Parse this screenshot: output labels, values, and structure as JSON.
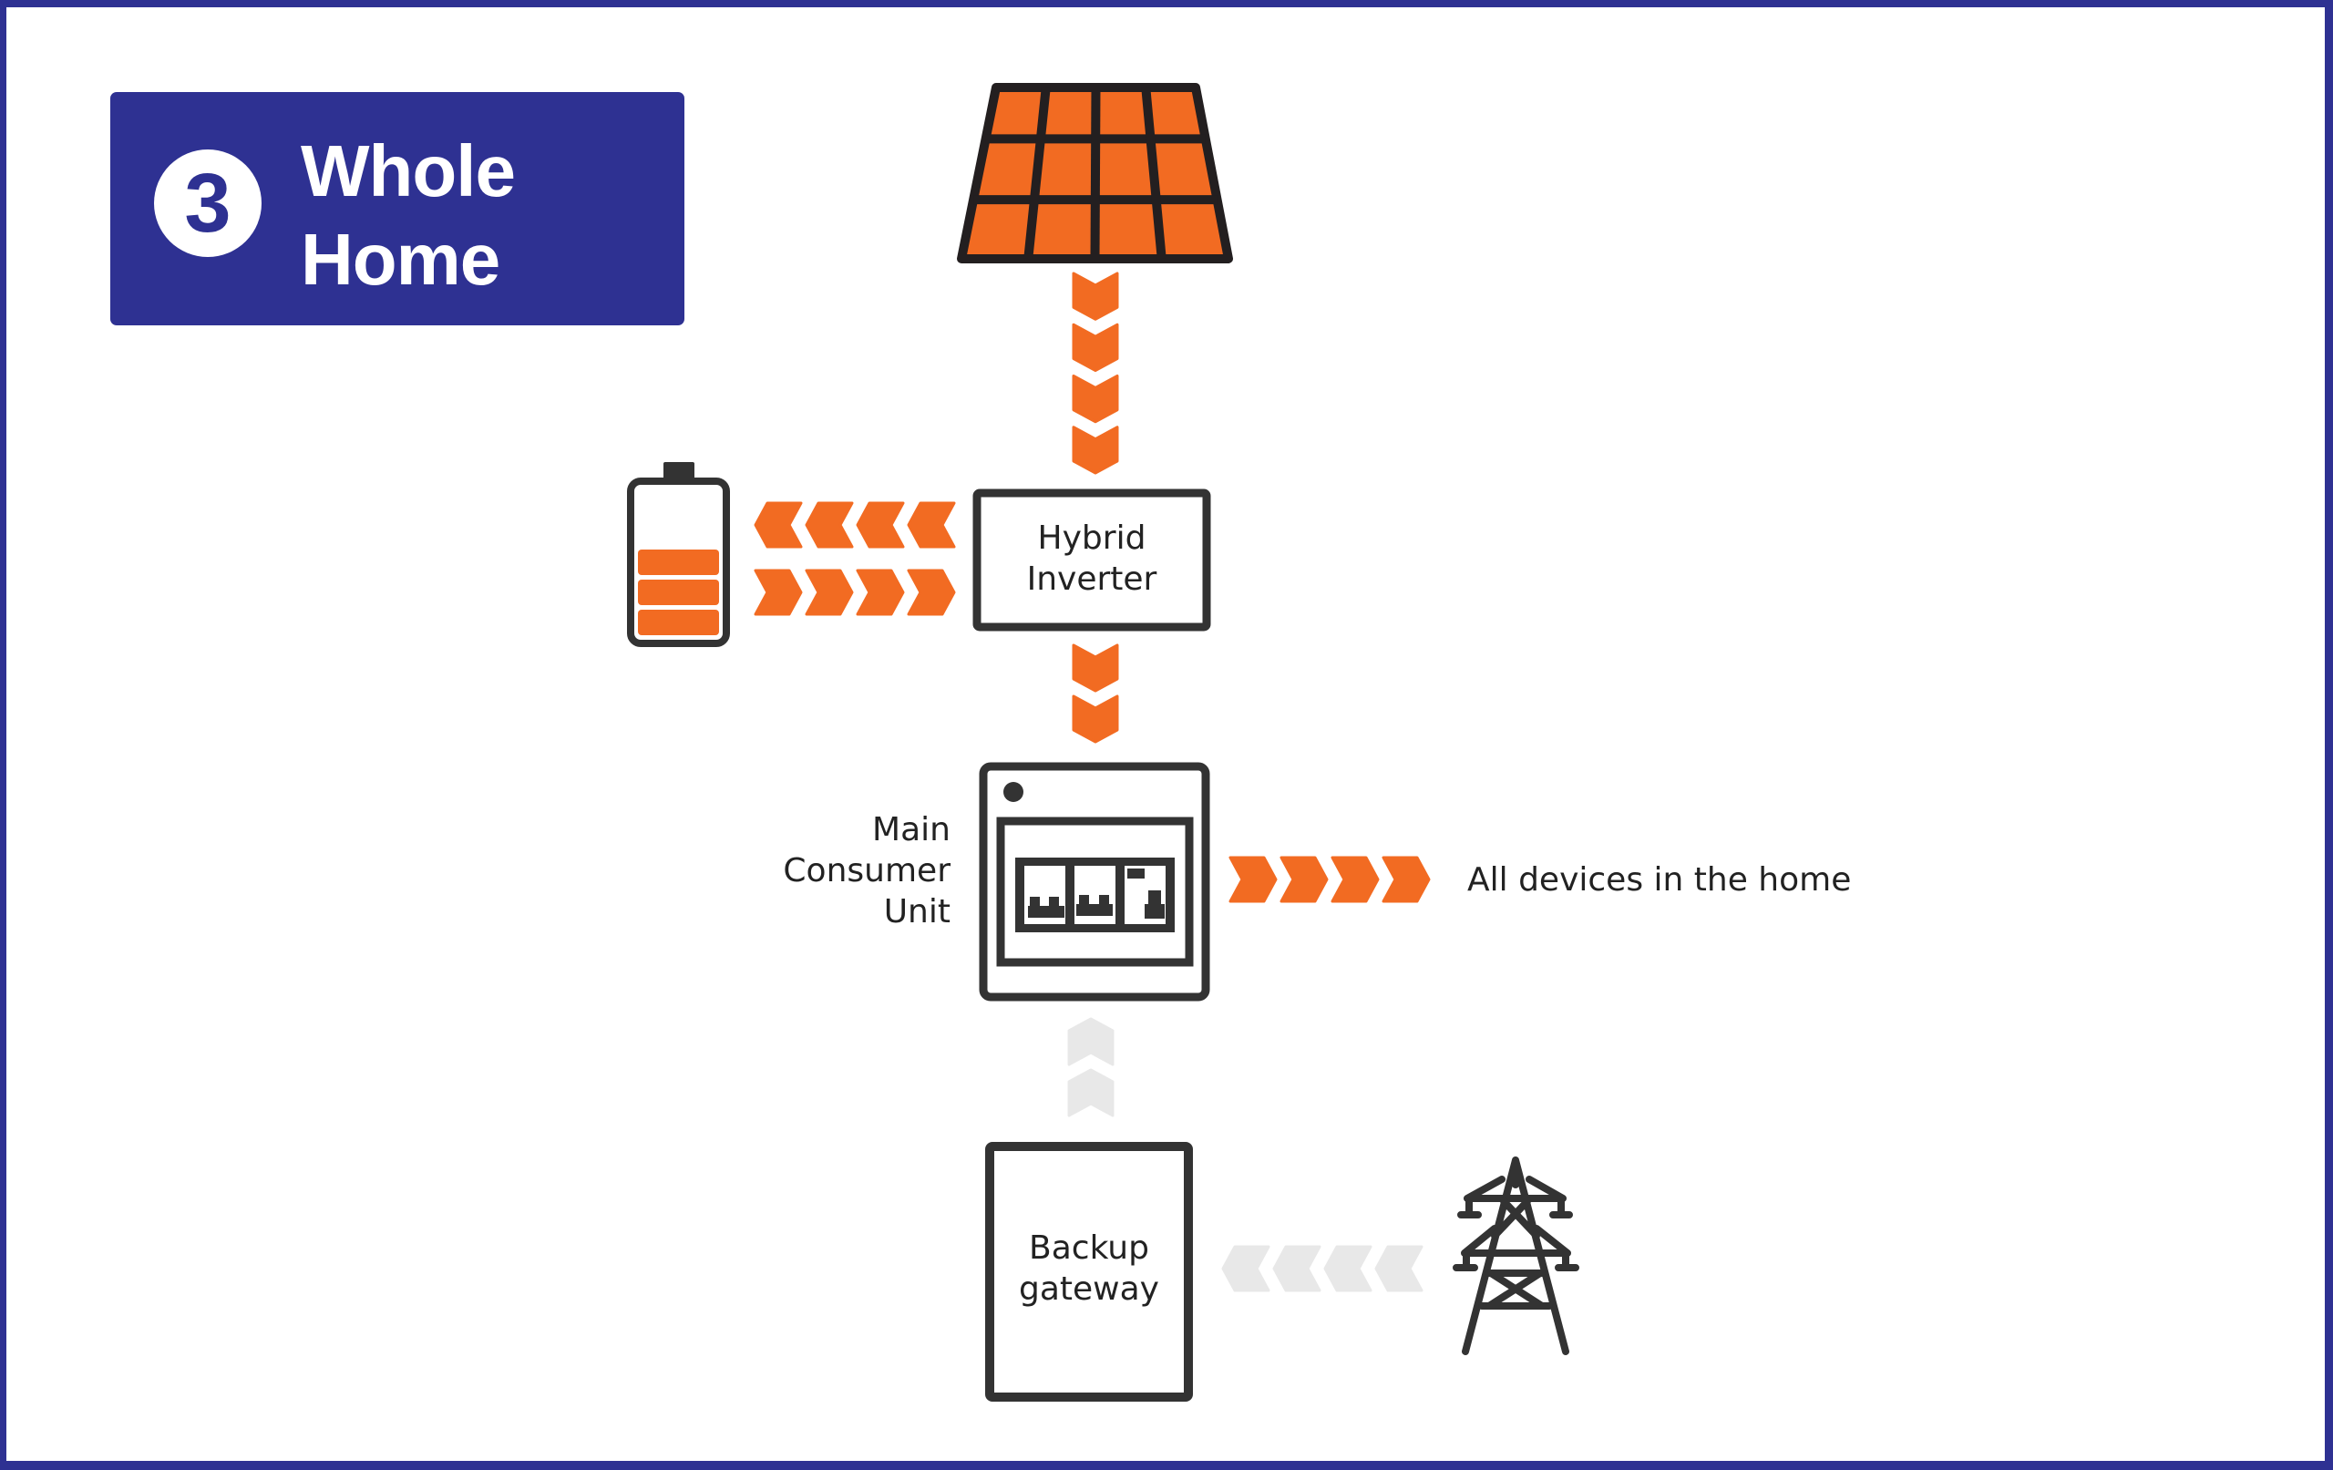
{
  "title": {
    "number": "3",
    "line1": "Whole",
    "line2": "Home"
  },
  "colors": {
    "frame": "#2e3192",
    "title_bg": "#2e3192",
    "active_flow": "#f26b22",
    "inactive_flow": "#e8e8e8",
    "outline": "#333333",
    "panel_outline": "#231f20",
    "text": "#222222"
  },
  "nodes": {
    "solar_panel": {
      "icon": "solar-panel-icon"
    },
    "battery": {
      "icon": "battery-icon",
      "charge_cells": 3
    },
    "hybrid_inverter": {
      "line1": "Hybrid",
      "line2": "Inverter"
    },
    "consumer_unit": {
      "line1": "Main",
      "line2": "Consumer",
      "line3": "Unit",
      "icon": "consumer-unit-icon"
    },
    "devices": {
      "label": "All devices in the home"
    },
    "backup_gateway": {
      "line1": "Backup",
      "line2": "gateway"
    },
    "grid": {
      "icon": "electricity-pylon-icon"
    }
  },
  "flows": [
    {
      "name": "solar-to-inverter",
      "direction": "down",
      "count": 4,
      "state": "active"
    },
    {
      "name": "inverter-to-battery",
      "direction": "left",
      "count": 4,
      "state": "active"
    },
    {
      "name": "battery-to-inverter",
      "direction": "right",
      "count": 4,
      "state": "active"
    },
    {
      "name": "inverter-to-consumer-unit",
      "direction": "down",
      "count": 2,
      "state": "active"
    },
    {
      "name": "consumer-unit-to-devices",
      "direction": "right",
      "count": 4,
      "state": "active"
    },
    {
      "name": "gateway-to-consumer-unit",
      "direction": "up",
      "count": 2,
      "state": "inactive"
    },
    {
      "name": "grid-to-gateway",
      "direction": "left",
      "count": 4,
      "state": "inactive"
    }
  ]
}
